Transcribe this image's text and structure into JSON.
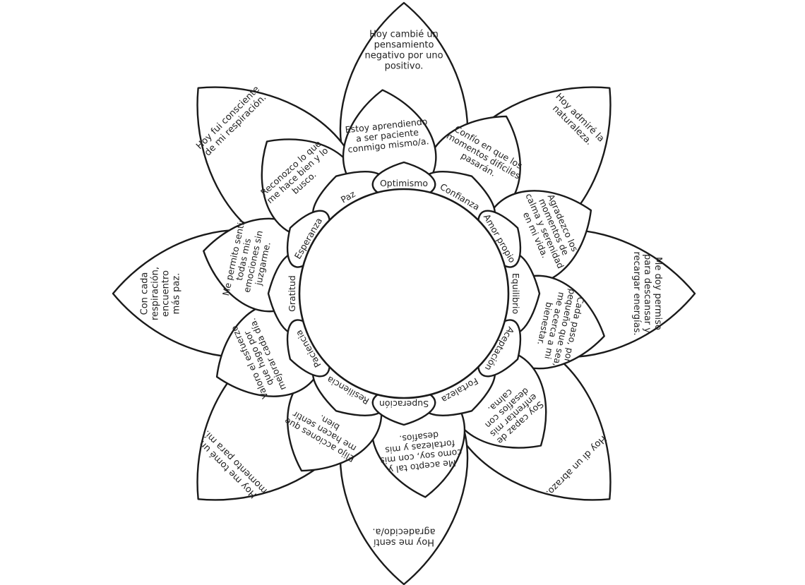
{
  "outer": [
    {
      "lines": [
        "Hoy cambié un",
        "pensamiento",
        "negativo por uno",
        "positivo."
      ]
    },
    {
      "lines": [
        "Hoy admiré la",
        "naturaleza."
      ]
    },
    {
      "lines": [
        "Me doy permiso",
        "para descansar y",
        "recargar energías."
      ]
    },
    {
      "lines": [
        "Hoy di un abrazo."
      ]
    },
    {
      "lines": [
        "Hoy me sentí",
        "agradecido/a."
      ]
    },
    {
      "lines": [
        "Hoy me tomé un",
        "momento para mí."
      ]
    },
    {
      "lines": [
        "Con cada",
        "respiración,",
        "encuentro",
        "más paz."
      ]
    },
    {
      "lines": [
        "Hoy fui consciente",
        "de mi respiración."
      ]
    }
  ],
  "middle": [
    {
      "lines": [
        "Confío en que los",
        "momentos difíciles",
        "pasarán."
      ]
    },
    {
      "lines": [
        "Agradezco los",
        "momentos de",
        "calma y serenidad",
        "en mi vida."
      ]
    },
    {
      "lines": [
        "Cada paso, por",
        "pequeño que sea,",
        "me acerca a mi",
        "bienestar."
      ]
    },
    {
      "lines": [
        "Soy capaz de",
        "enfrentar mis",
        "desafíos con",
        "calma."
      ]
    },
    {
      "lines": [
        "Me acepto tal y",
        "como soy, con mis",
        "fortalezas y mis",
        "desafíos."
      ]
    },
    {
      "lines": [
        "Elijo acciones que",
        "me hacen sentir",
        "bien."
      ]
    },
    {
      "lines": [
        "Valoro el esfuerzo",
        "que hago por",
        "mejorar cada día."
      ]
    },
    {
      "lines": [
        "Me permito sentir",
        "todas mis",
        "emociones sin",
        "juzgarme."
      ]
    },
    {
      "lines": [
        "Reconozco lo que",
        "me hace bien y lo",
        "busco."
      ]
    },
    {
      "lines": [
        "Estoy aprendiendo",
        "a ser paciente",
        "conmigo mismo/a."
      ]
    }
  ],
  "inner": [
    {
      "label": "Confianza"
    },
    {
      "label": "Equilibrio"
    },
    {
      "label": "Fortaleza"
    },
    {
      "label": "Resiliencia"
    },
    {
      "label": "Gratitud"
    },
    {
      "label": "Paz"
    }
  ],
  "core": [
    {
      "label": "Optimismo"
    },
    {
      "label": "Amor propio"
    },
    {
      "label": "Aceptación"
    },
    {
      "label": "Superación"
    },
    {
      "label": "Paciencia"
    },
    {
      "label": "Esperanza"
    }
  ]
}
